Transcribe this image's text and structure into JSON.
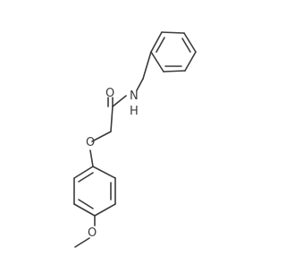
{
  "molecule": {
    "atom_labels": {
      "nitrogen": "N",
      "hydrogen": "H",
      "carbonyl_oxygen": "O",
      "ether_oxygen": "O",
      "methoxy_oxygen": "O"
    }
  },
  "colors": {
    "bond": "#3a3a3a",
    "nitrogen": "#2a2aff",
    "oxygen": "#ff2a2a",
    "background": "#ffffff"
  }
}
